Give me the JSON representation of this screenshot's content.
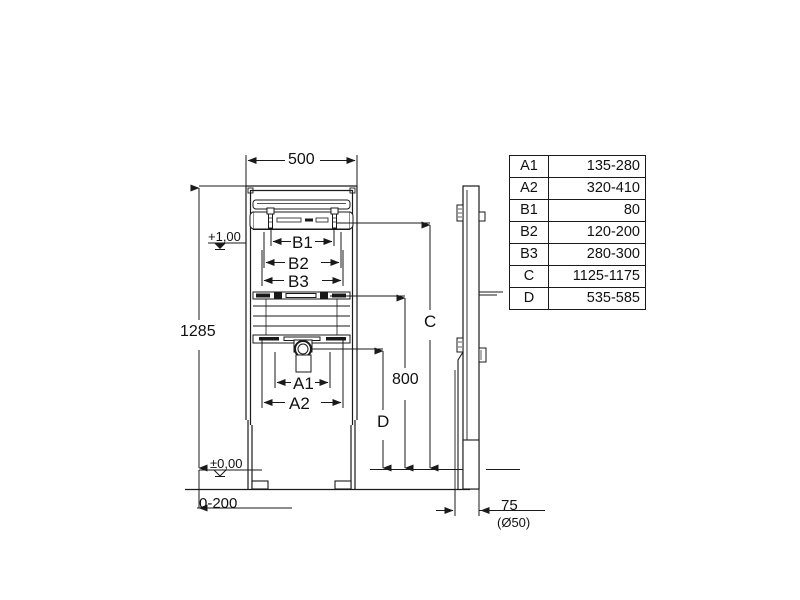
{
  "document": {
    "type": "technical-drawing",
    "title": "Installation frame dimensional drawing",
    "units": "mm",
    "background_color": "#ffffff",
    "line_color": "#1a1a1a"
  },
  "dimension_table": {
    "rows": [
      {
        "key": "A1",
        "value": "135-280"
      },
      {
        "key": "A2",
        "value": "320-410"
      },
      {
        "key": "B1",
        "value": "80"
      },
      {
        "key": "B2",
        "value": "120-200"
      },
      {
        "key": "B3",
        "value": "280-300"
      },
      {
        "key": "C",
        "value": "1125-1175"
      },
      {
        "key": "D",
        "value": "535-585"
      }
    ]
  },
  "front_view": {
    "width_dim": "500",
    "height_dim": "1285",
    "level_upper": "+1,00",
    "level_lower": "±0,00",
    "floor_adjust": "0-200",
    "horizontal_dims": [
      {
        "label": "B1"
      },
      {
        "label": "B2"
      },
      {
        "label": "B3"
      },
      {
        "label": "A1"
      },
      {
        "label": "A2"
      }
    ]
  },
  "right_dims": {
    "c_label": "C",
    "eight_hundred": "800",
    "d_label": "D"
  },
  "side_view": {
    "depth_dim": "75",
    "diameter_note": "(Ø50)"
  }
}
